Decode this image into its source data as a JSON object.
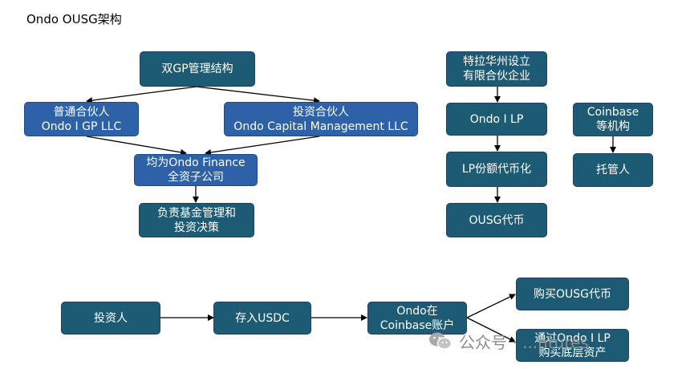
{
  "title": "Ondo OUSG架构",
  "nodes": {
    "dual_gp": {
      "lines": [
        "双GP管理结构"
      ]
    },
    "general_partner": {
      "lines": [
        "普通合伙人",
        "Ondo I GP LLC"
      ]
    },
    "investment_partner": {
      "lines": [
        "投资合伙人",
        "Ondo Capital Management LLC"
      ]
    },
    "subsidiary": {
      "lines": [
        "均为Ondo Finance",
        "全资子公司"
      ]
    },
    "fund_management": {
      "lines": [
        "负责基金管理和",
        "投资决策"
      ]
    },
    "delaware_lp": {
      "lines": [
        "特拉华州设立",
        "有限合伙企业"
      ]
    },
    "ondo_lp": {
      "lines": [
        "Ondo I LP"
      ]
    },
    "lp_tokenize": {
      "lines": [
        "LP份额代币化"
      ]
    },
    "ousg_token": {
      "lines": [
        "OUSG代币"
      ]
    },
    "coinbase_inst": {
      "lines": [
        "Coinbase",
        "等机构"
      ]
    },
    "custodian": {
      "lines": [
        "托管人"
      ]
    },
    "investor": {
      "lines": [
        "投资人"
      ]
    },
    "deposit_usdc": {
      "lines": [
        "存入USDC"
      ]
    },
    "ondo_coinbase": {
      "lines": [
        "Ondo在",
        "Coinbase账户"
      ]
    },
    "buy_ousg": {
      "lines": [
        "购买OUSG代币"
      ]
    },
    "buy_underlying": {
      "lines": [
        "通过Ondo I LP",
        "购买底层资产"
      ]
    }
  },
  "watermark": {
    "text": "公众号 · ...ntures",
    "icon": "wechat-icon"
  },
  "colors": {
    "node_dark": "#1d5a73",
    "node_blue": "#2d62a8",
    "edge": "#000000"
  }
}
